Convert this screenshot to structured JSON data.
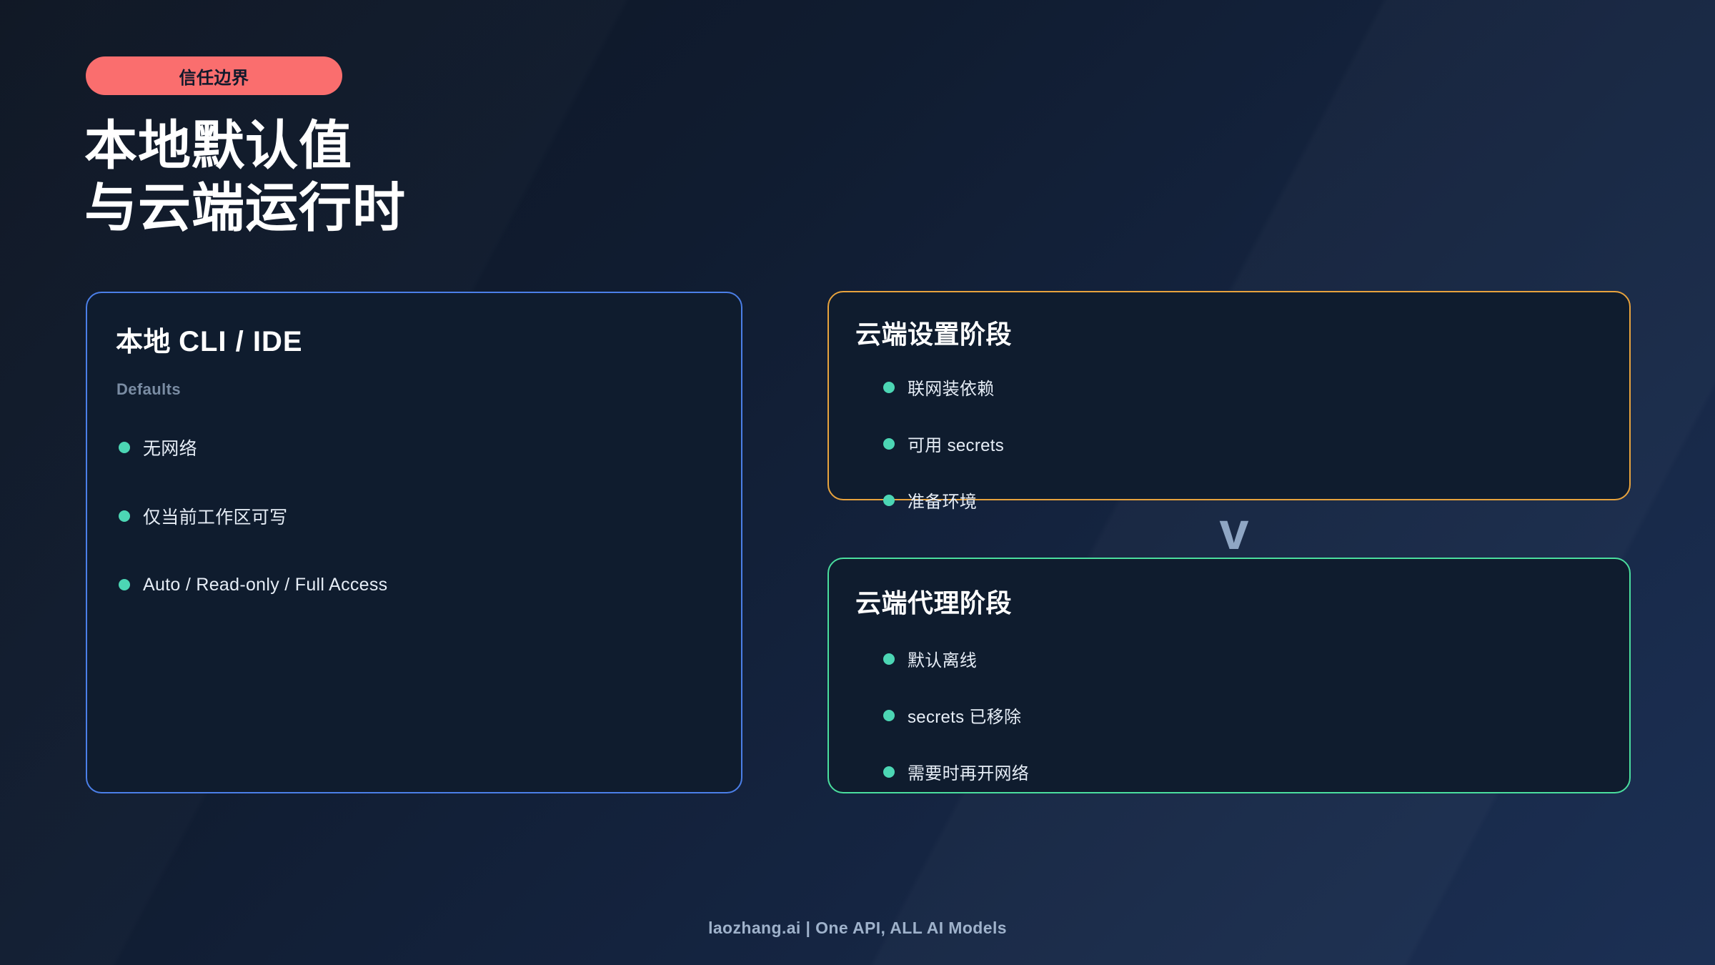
{
  "badge": {
    "label": "信任边界"
  },
  "headline": {
    "line1": "本地默认值",
    "line2": "与云端运行时"
  },
  "cards": {
    "local": {
      "title_cn": "本地",
      "title_mono": "CLI / IDE",
      "sublabel": "Defaults",
      "accent_color": "#4b7fe8",
      "bullets": [
        {
          "text": "无网络"
        },
        {
          "text": "仅当前工作区可写"
        },
        {
          "text": "Auto / Read-only / Full Access"
        }
      ]
    },
    "cloud_setup": {
      "title": "云端设置阶段",
      "accent_color": "#e8a33d",
      "bullets": [
        {
          "text": "联网装依赖"
        },
        {
          "text": "可用 secrets"
        },
        {
          "text": "准备环境"
        }
      ]
    },
    "cloud_agent": {
      "title": "云端代理阶段",
      "accent_color": "#4ade9e",
      "bullets": [
        {
          "text": "默认离线"
        },
        {
          "text": "secrets 已移除"
        },
        {
          "text": "需要时再开网络"
        }
      ]
    }
  },
  "connector": {
    "glyph": "v"
  },
  "footer": {
    "text": "laozhang.ai | One API, ALL AI Models"
  },
  "theme": {
    "bg_top_left": "#0d1523",
    "bg_bottom_right": "#1c3054",
    "card_bg": "#0f1c2e",
    "badge_bg": "#fa6e6e",
    "bullet_dot": "#4cd6b4",
    "sublabel_color": "#7a8ca3",
    "footer_color": "#9fb2cb",
    "connector_color": "#8fa6c4"
  }
}
